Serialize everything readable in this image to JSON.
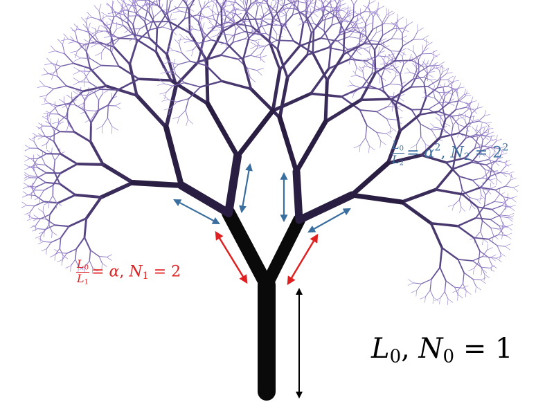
{
  "colors": {
    "trunk": "#0a0a0a",
    "branch_dark": "#2a1d42",
    "branch_mid": "#5c4a8c",
    "branch_light": "#a08ad6",
    "level0_arrow": "#000000",
    "level1_arrow": "#e02020",
    "level2_arrow": "#3a6e9e",
    "background": "#ffffff"
  },
  "labels": {
    "level0": {
      "length": "L",
      "length_sub": "0",
      "sep": ",",
      "count": "N",
      "count_sub": "0",
      "eq": "=",
      "value": "1"
    },
    "level1": {
      "num": "L",
      "num_sub": "0",
      "den": "L",
      "den_sub": "1",
      "eq1": "=",
      "ratio": "α",
      "sep": ",",
      "count": "N",
      "count_sub": "1",
      "eq2": "=",
      "value": "2"
    },
    "level2": {
      "num": "L",
      "num_sub": "0",
      "den": "L",
      "den_sub": "2",
      "eq1": "=",
      "ratio": "α",
      "ratio_exp": "2",
      "sep": ",",
      "count": "N",
      "count_sub": "2",
      "eq2": "=",
      "base": "2",
      "exp": "2"
    }
  },
  "icons": {
    "tree": "fractal-tree-icon",
    "arrow": "double-headed-arrow-icon"
  }
}
